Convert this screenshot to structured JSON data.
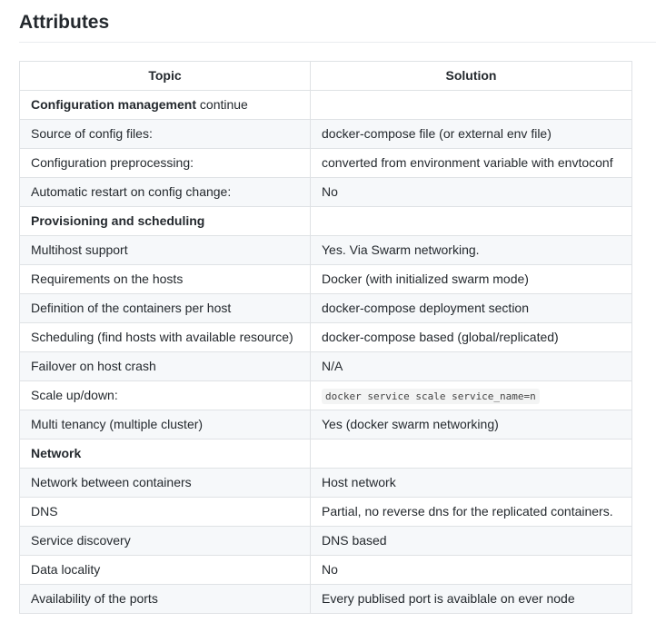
{
  "heading": "Attributes",
  "table": {
    "headers": [
      "Topic",
      "Solution"
    ],
    "rows": [
      {
        "topic_bold": "Configuration management",
        "topic": " continue",
        "solution": "",
        "section": true
      },
      {
        "topic": "Source of config files:",
        "solution": "docker-compose file (or external env file)"
      },
      {
        "topic": "Configuration preprocessing:",
        "solution": "converted from environment variable with envtoconf"
      },
      {
        "topic": "Automatic restart on config change:",
        "solution": "No"
      },
      {
        "topic_bold": "Provisioning and scheduling",
        "topic": "",
        "solution": "",
        "section": true
      },
      {
        "topic": "Multihost support",
        "solution": "Yes. Via Swarm networking."
      },
      {
        "topic": "Requirements on the hosts",
        "solution": "Docker (with initialized swarm mode)"
      },
      {
        "topic": "Definition of the containers per host",
        "solution": "docker-compose deployment section"
      },
      {
        "topic": "Scheduling (find hosts with available resource)",
        "solution": "docker-compose based (global/replicated)"
      },
      {
        "topic": "Failover on host crash",
        "solution": "N/A"
      },
      {
        "topic": "Scale up/down:",
        "solution_code": "docker service scale service_name=n"
      },
      {
        "topic": "Multi tenancy (multiple cluster)",
        "solution": "Yes (docker swarm networking)"
      },
      {
        "topic_bold": "Network",
        "topic": "",
        "solution": "",
        "section": true
      },
      {
        "topic": "Network between containers",
        "solution": "Host network"
      },
      {
        "topic": "DNS",
        "solution": "Partial, no reverse dns for the replicated containers."
      },
      {
        "topic": "Service discovery",
        "solution": "DNS based"
      },
      {
        "topic": "Data locality",
        "solution": "No"
      },
      {
        "topic": "Availability of the ports",
        "solution": "Every publised port is avaiblale on ever node"
      }
    ]
  }
}
